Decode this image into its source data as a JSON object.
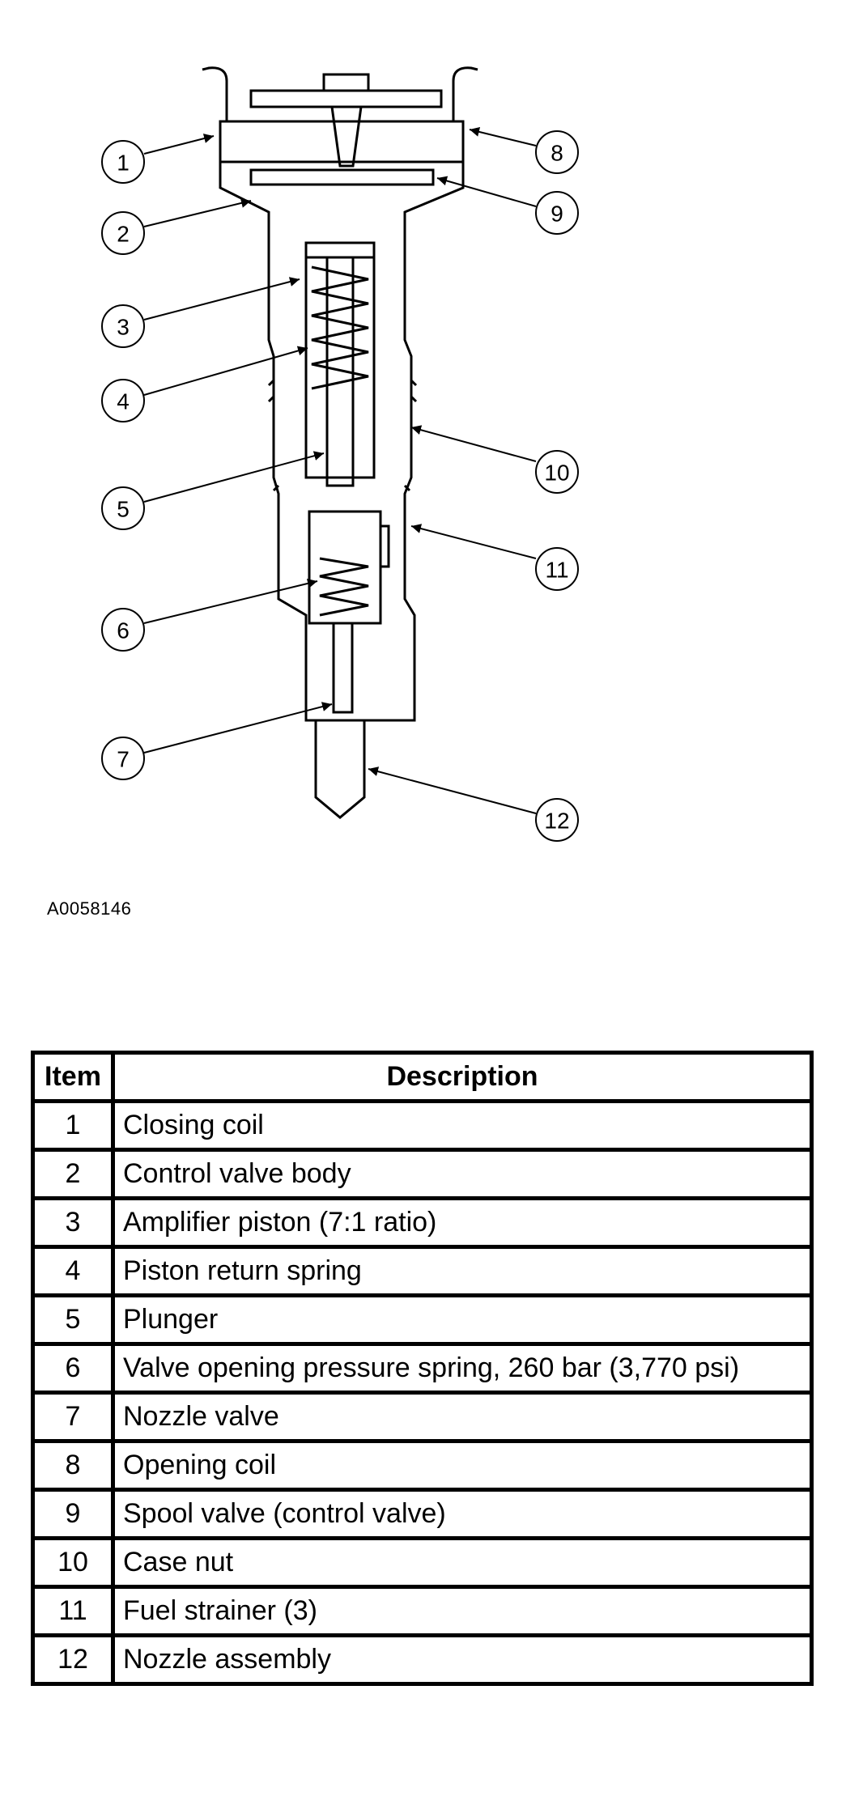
{
  "figure": {
    "figure_id": "A0058146",
    "callouts": [
      "1",
      "2",
      "3",
      "4",
      "5",
      "6",
      "7",
      "8",
      "9",
      "10",
      "11",
      "12"
    ]
  },
  "legend": {
    "header": {
      "item": "Item",
      "description": "Description"
    },
    "rows": [
      {
        "item": "1",
        "description": "Closing coil"
      },
      {
        "item": "2",
        "description": "Control valve body"
      },
      {
        "item": "3",
        "description": "Amplifier piston (7:1 ratio)"
      },
      {
        "item": "4",
        "description": "Piston return spring"
      },
      {
        "item": "5",
        "description": "Plunger"
      },
      {
        "item": "6",
        "description": "Valve opening pressure spring, 260 bar (3,770 psi)"
      },
      {
        "item": "7",
        "description": "Nozzle valve"
      },
      {
        "item": "8",
        "description": "Opening coil"
      },
      {
        "item": "9",
        "description": "Spool valve (control valve)"
      },
      {
        "item": "10",
        "description": "Case nut"
      },
      {
        "item": "11",
        "description": "Fuel strainer (3)"
      },
      {
        "item": "12",
        "description": "Nozzle assembly"
      }
    ]
  }
}
